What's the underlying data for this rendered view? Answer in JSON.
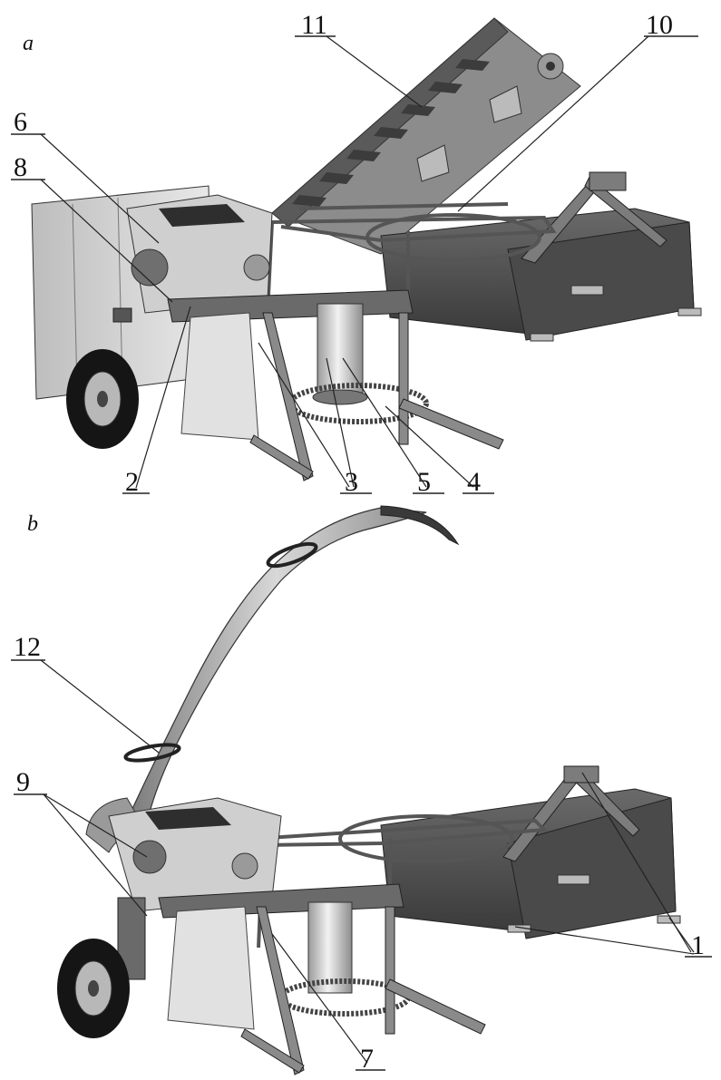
{
  "panels": [
    {
      "id": "a",
      "letter": "a"
    },
    {
      "id": "b",
      "letter": "b"
    }
  ],
  "labels": {
    "l1": "1",
    "l2": "2",
    "l3": "3",
    "l4": "4",
    "l5": "5",
    "l6": "6",
    "l7": "7",
    "l8": "8",
    "l9": "9",
    "l10": "10",
    "l11": "11",
    "l12": "12"
  },
  "colors": {
    "dark_metal": "#4d4d4d",
    "mid_metal": "#8a8a8a",
    "light_metal": "#c9c9c9",
    "sheet": "#dcdcdc",
    "rubber": "#151515"
  }
}
